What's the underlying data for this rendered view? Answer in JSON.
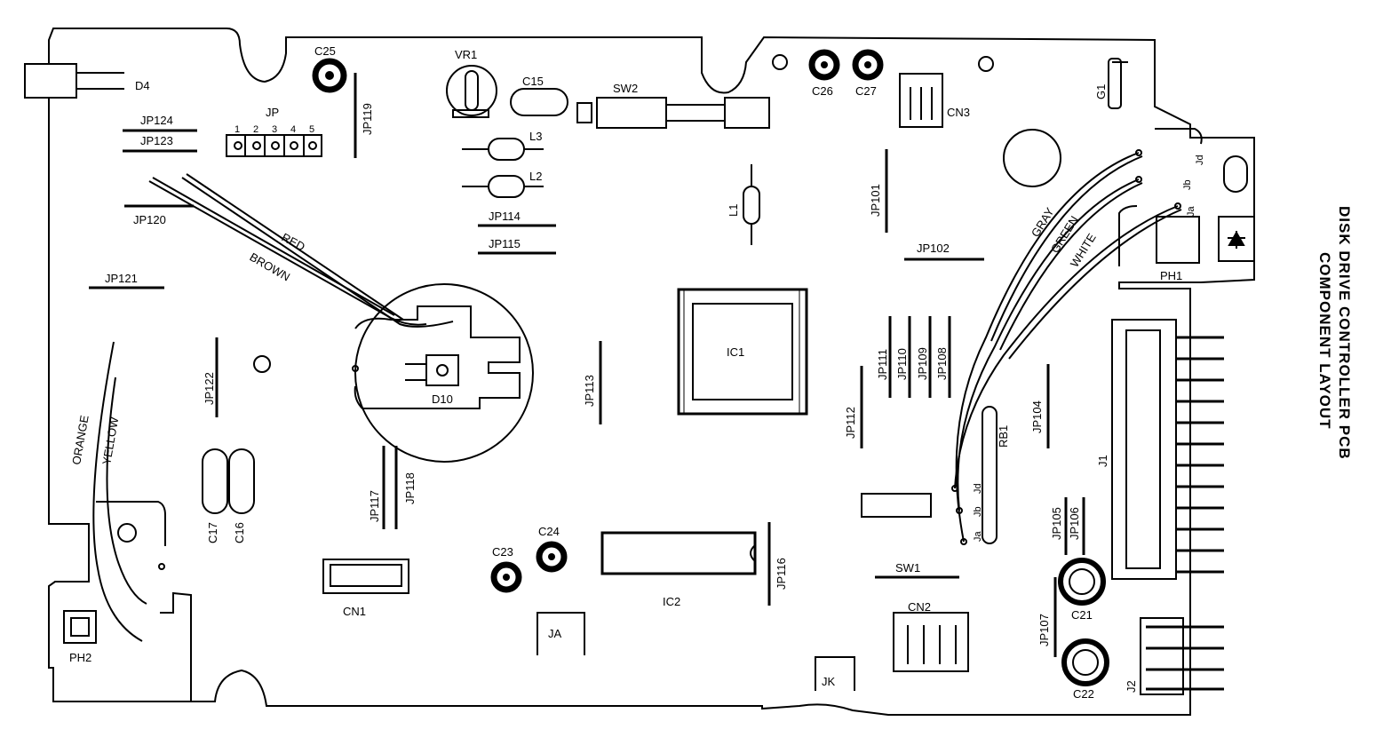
{
  "title_lines": [
    "DISK DRIVE CONTROLLER PCB",
    "COMPONENT LAYOUT"
  ],
  "components": {
    "D4": "D4",
    "C25": "C25",
    "VR1": "VR1",
    "C15": "C15",
    "SW2": "SW2",
    "C26": "C26",
    "C27": "C27",
    "CN3": "CN3",
    "G1": "G1",
    "JP124": "JP124",
    "JP123": "JP123",
    "JP": "JP",
    "JP119": "JP119",
    "L3": "L3",
    "L2": "L2",
    "L1": "L1",
    "JP120": "JP120",
    "JP114": "JP114",
    "JP115": "JP115",
    "JP101": "JP101",
    "JP102": "JP102",
    "JP121": "JP121",
    "IC1": "IC1",
    "PH1": "PH1",
    "JP122": "JP122",
    "D10": "D10",
    "JP113": "JP113",
    "JP111": "JP111",
    "JP110": "JP110",
    "JP109": "JP109",
    "JP108": "JP108",
    "JP112": "JP112",
    "JP104": "JP104",
    "RB1": "RB1",
    "J1": "J1",
    "C17": "C17",
    "C16": "C16",
    "JP117": "JP117",
    "JP118": "JP118",
    "C23": "C23",
    "C24": "C24",
    "IC2": "IC2",
    "JP116": "JP116",
    "CN1": "CN1",
    "SW1": "SW1",
    "JP105": "JP105",
    "JP106": "JP106",
    "C21": "C21",
    "CN2": "CN2",
    "JA": "JA",
    "JK": "JK",
    "PH2": "PH2",
    "JP107": "JP107",
    "C22": "C22",
    "J2": "J2",
    "Jd_top": "Jd",
    "Jb_top": "Jb",
    "Ja_top": "Ja",
    "Jd_bot": "Jd",
    "Jb_bot": "Jb",
    "Ja_bot": "Ja"
  },
  "jp_pin_numbers": [
    "1",
    "2",
    "3",
    "4",
    "5"
  ],
  "wires": {
    "red": "RED",
    "brown": "BROWN",
    "orange": "ORANGE",
    "yellow": "YELLOW",
    "gray": "GRAY",
    "green": "GREEN",
    "white": "WHITE"
  }
}
